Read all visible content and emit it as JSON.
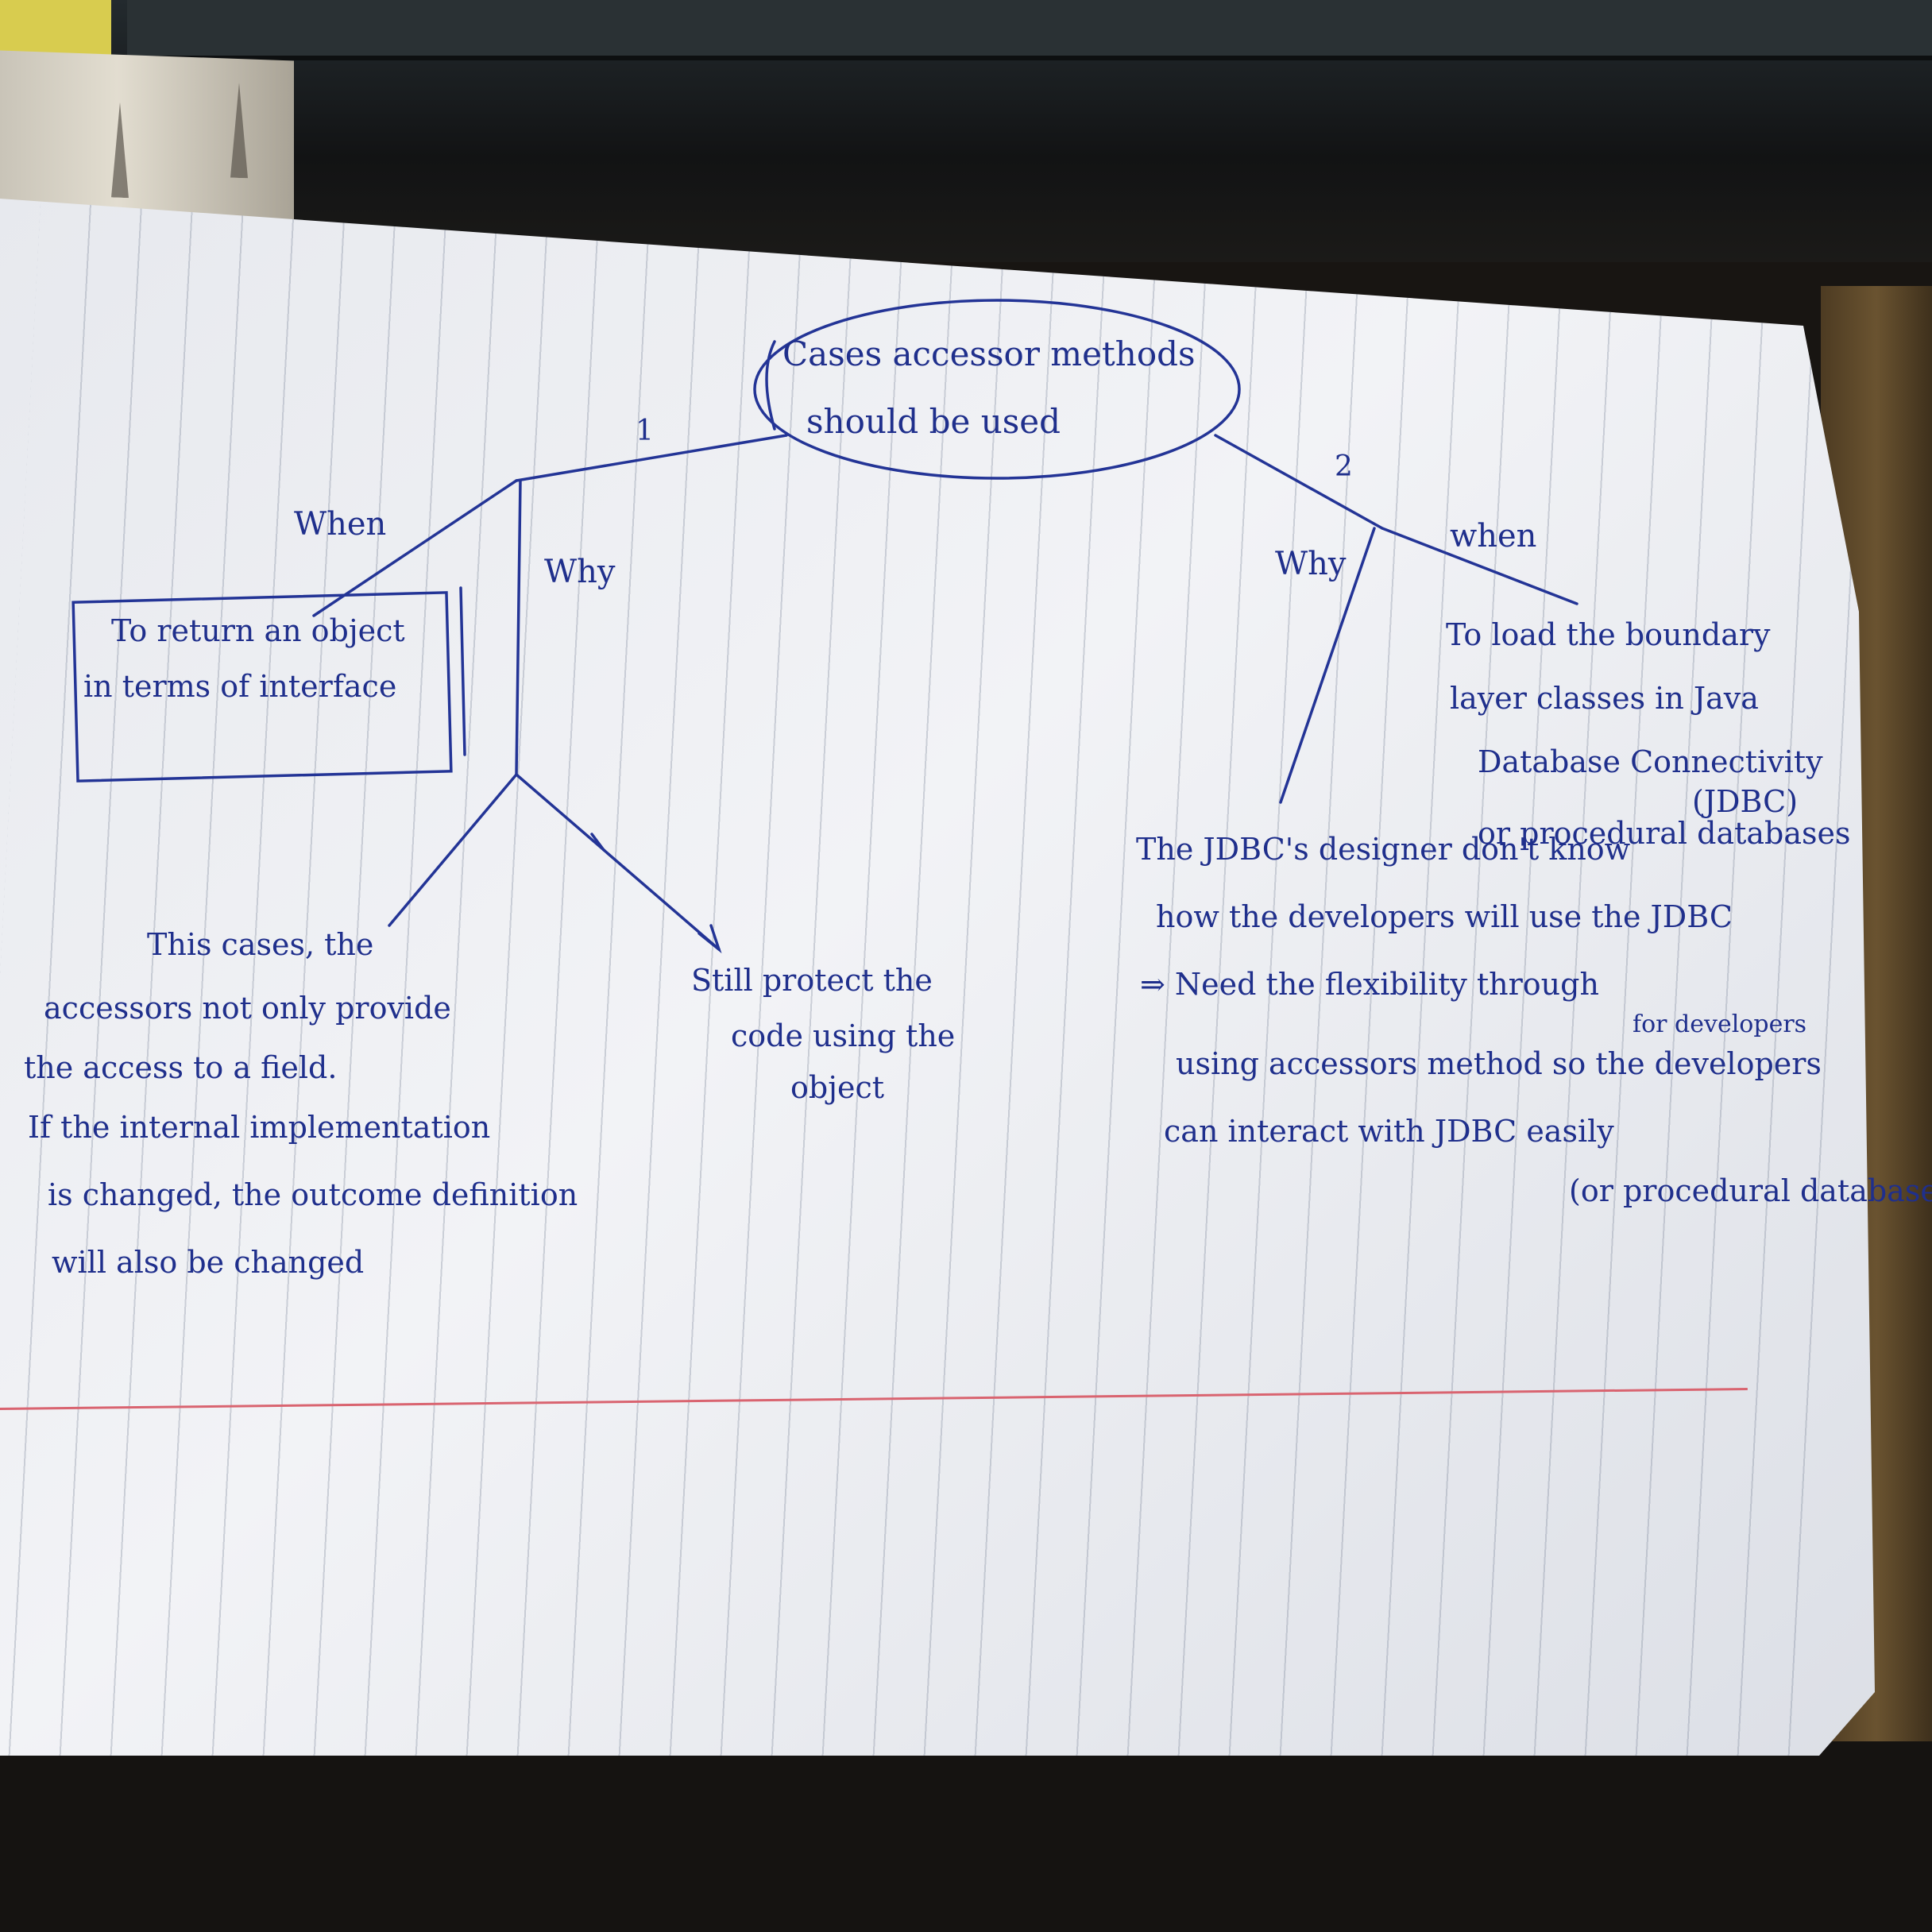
{
  "root": {
    "title_line1": "Cases accessor methods",
    "title_line2": "should be used"
  },
  "branch_1": {
    "number": "1",
    "when_label": "When",
    "when_line1": "To return an object",
    "when_line2": "in terms of interface",
    "why_label": "Why",
    "left_line1": "This cases, the",
    "left_line2": "accessors not only provide",
    "left_line3": "the access to a field.",
    "left_line4": "If the internal implementation",
    "left_line5": "is changed, the outcome definition",
    "left_line6": "will also be changed",
    "right_line1": "Still protect the",
    "right_line2": "code using the",
    "right_line3": "object"
  },
  "branch_2": {
    "number": "2",
    "when_label": "when",
    "why_label": "Why",
    "when_line1": "To load the boundary",
    "when_line2": "layer classes in Java",
    "when_line3": "Database Connectivity",
    "when_line4": "(JDBC)",
    "when_line5": "or procedural databases",
    "why_line1": "The JDBC's designer don't know",
    "why_line2": "how the developers will use the JDBC",
    "why_line3": "⇒ Need the flexibility through",
    "why_line3_insert": "for developers",
    "why_line4": "using accessors method so the developers",
    "why_line5": "can interact with JDBC easily",
    "why_line6": "(or procedural databases)"
  }
}
